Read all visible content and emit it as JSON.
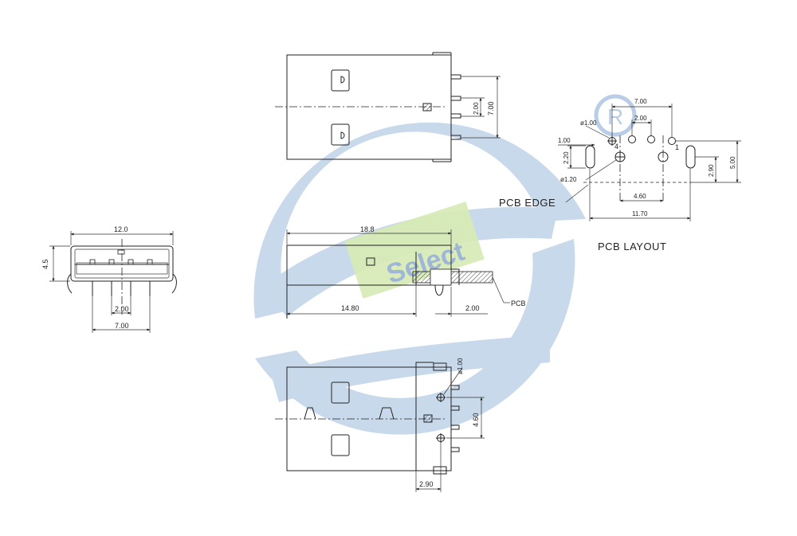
{
  "watermark": {
    "text": "Select",
    "colors": {
      "ring": "#c9d9ec",
      "text_fill": "#cfe6a4",
      "text_shadow": "#9fb6d6"
    }
  },
  "front_view": {
    "dim_width": "12.0",
    "dim_height": "4.5",
    "dim_pitch": "2.00",
    "dim_span": "7.00"
  },
  "top_view": {
    "dim_pitch": "2.00",
    "dim_span": "7.00"
  },
  "side_view": {
    "dim_length": "18.8",
    "dim_body": "14.80",
    "dim_offset": "2.00",
    "pcb_label": "PCB"
  },
  "bottom_view": {
    "dim_hole": "ø1.00",
    "dim_spacing": "4.60",
    "dim_offset": "2.90"
  },
  "pcb_layout": {
    "title": "PCB LAYOUT",
    "edge_label": "PCB EDGE",
    "dim_pin_span": "7.00",
    "dim_pin_pitch": "2.00",
    "dim_hole_small": "ø1.00",
    "dim_hole_large": "ø1.20",
    "dim_edge_gap": "1.00",
    "dim_slot": "2.20",
    "dim_row": "4.60",
    "dim_overall": "11.70",
    "dim_v_small": "2.90",
    "dim_v_large": "5.00",
    "pin_label_left": "4",
    "pin_label_right": "1"
  }
}
